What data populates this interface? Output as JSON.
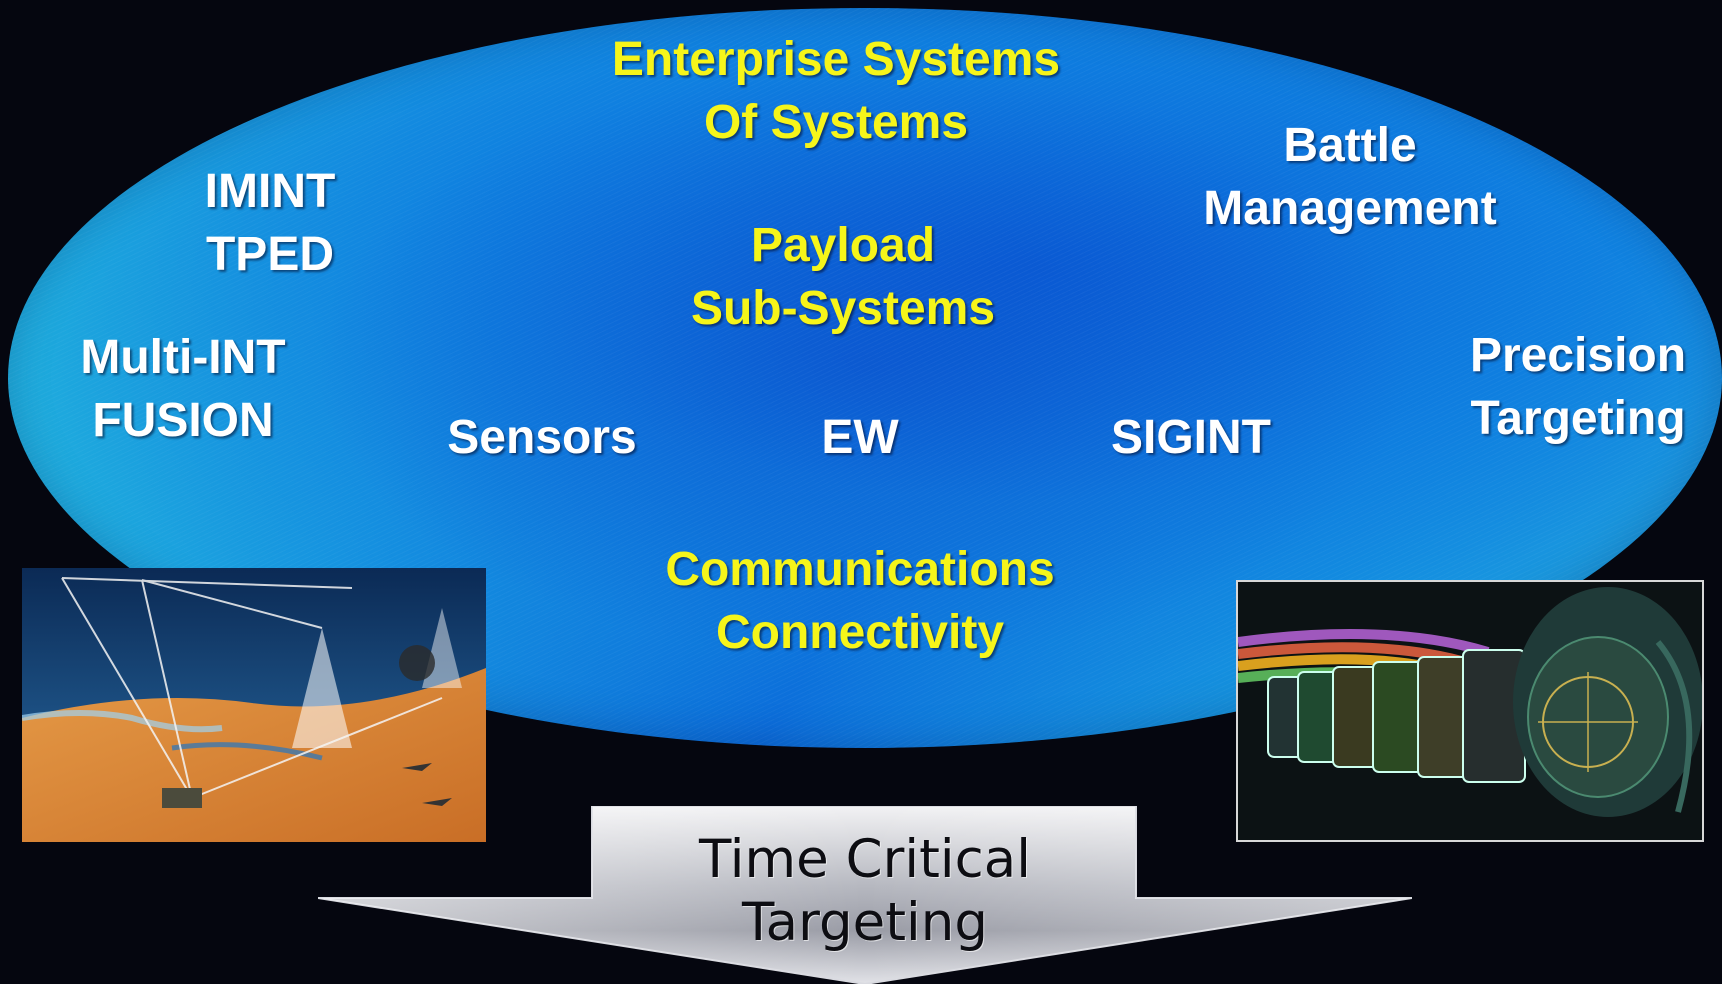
{
  "oval": {
    "colors": {
      "oval_light": "#29c9da",
      "oval_deep": "#0b6ad9",
      "white_label": "#ffffff",
      "yellow_label": "#f6f51a",
      "background": "#05060f"
    },
    "enterprise": {
      "line1": "Enterprise Systems",
      "line2": "Of Systems"
    },
    "imint": {
      "line1": "IMINT",
      "line2": "TPED"
    },
    "battle": {
      "line1": "Battle",
      "line2": "Management"
    },
    "payload": {
      "line1": "Payload",
      "line2": "Sub-Systems"
    },
    "multi_int": {
      "line1": "Multi-INT",
      "line2": "FUSION"
    },
    "precision": {
      "line1": "Precision",
      "line2": "Targeting"
    },
    "sensors": "Sensors",
    "ew": "EW",
    "sigint": "SIGINT",
    "communications": {
      "line1": "Communications",
      "line2": "Connectivity"
    }
  },
  "images": {
    "left": "battlefield-illustration",
    "right": "pilot-helmet-display-illustration"
  },
  "arrow": {
    "line1": "Time Critical",
    "line2": "Targeting"
  }
}
